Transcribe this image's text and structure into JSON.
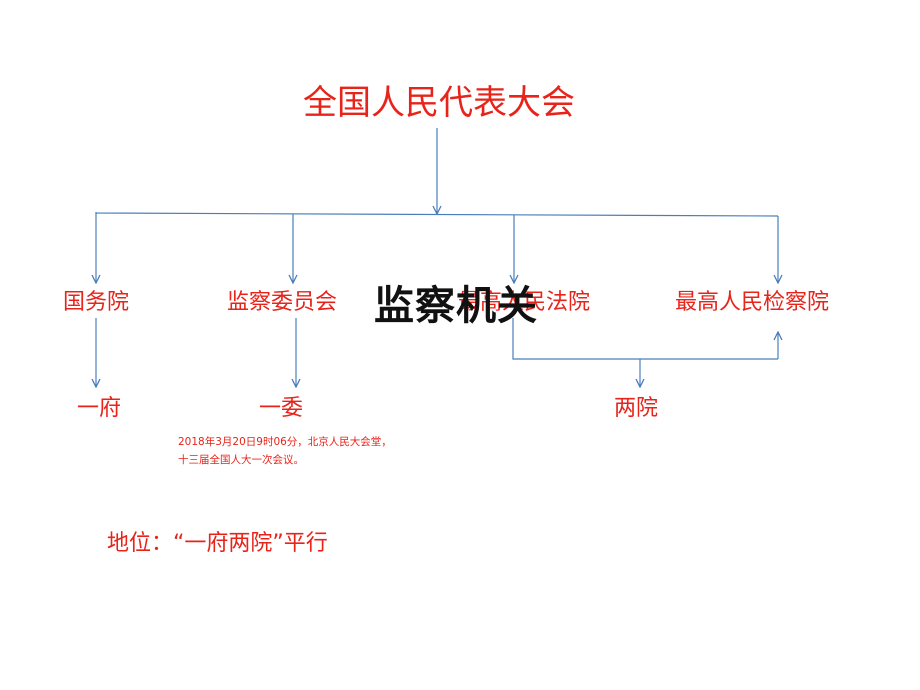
{
  "colors": {
    "line": "#4a7ebb",
    "text": "#e8231a",
    "overlay": "#111111"
  },
  "top": {
    "label": "全国人民代表大会"
  },
  "branches": [
    {
      "key": "state-council",
      "label": "国务院"
    },
    {
      "key": "supervisory-commission",
      "label": "监察委员会"
    },
    {
      "key": "supreme-court",
      "label": "最高人民法院"
    },
    {
      "key": "procuratorate",
      "label": "最高人民检察院"
    }
  ],
  "groups": {
    "yifu": "一府",
    "yiwei": "一委",
    "liangyuan": "两院"
  },
  "note": {
    "line1": "2018年3月20日9时06分，北京人民大会堂，",
    "line2": "十三届全国人大一次会议。"
  },
  "overlay": {
    "label": "监察机关"
  },
  "status": {
    "label": "地位：“一府两院”平行"
  }
}
